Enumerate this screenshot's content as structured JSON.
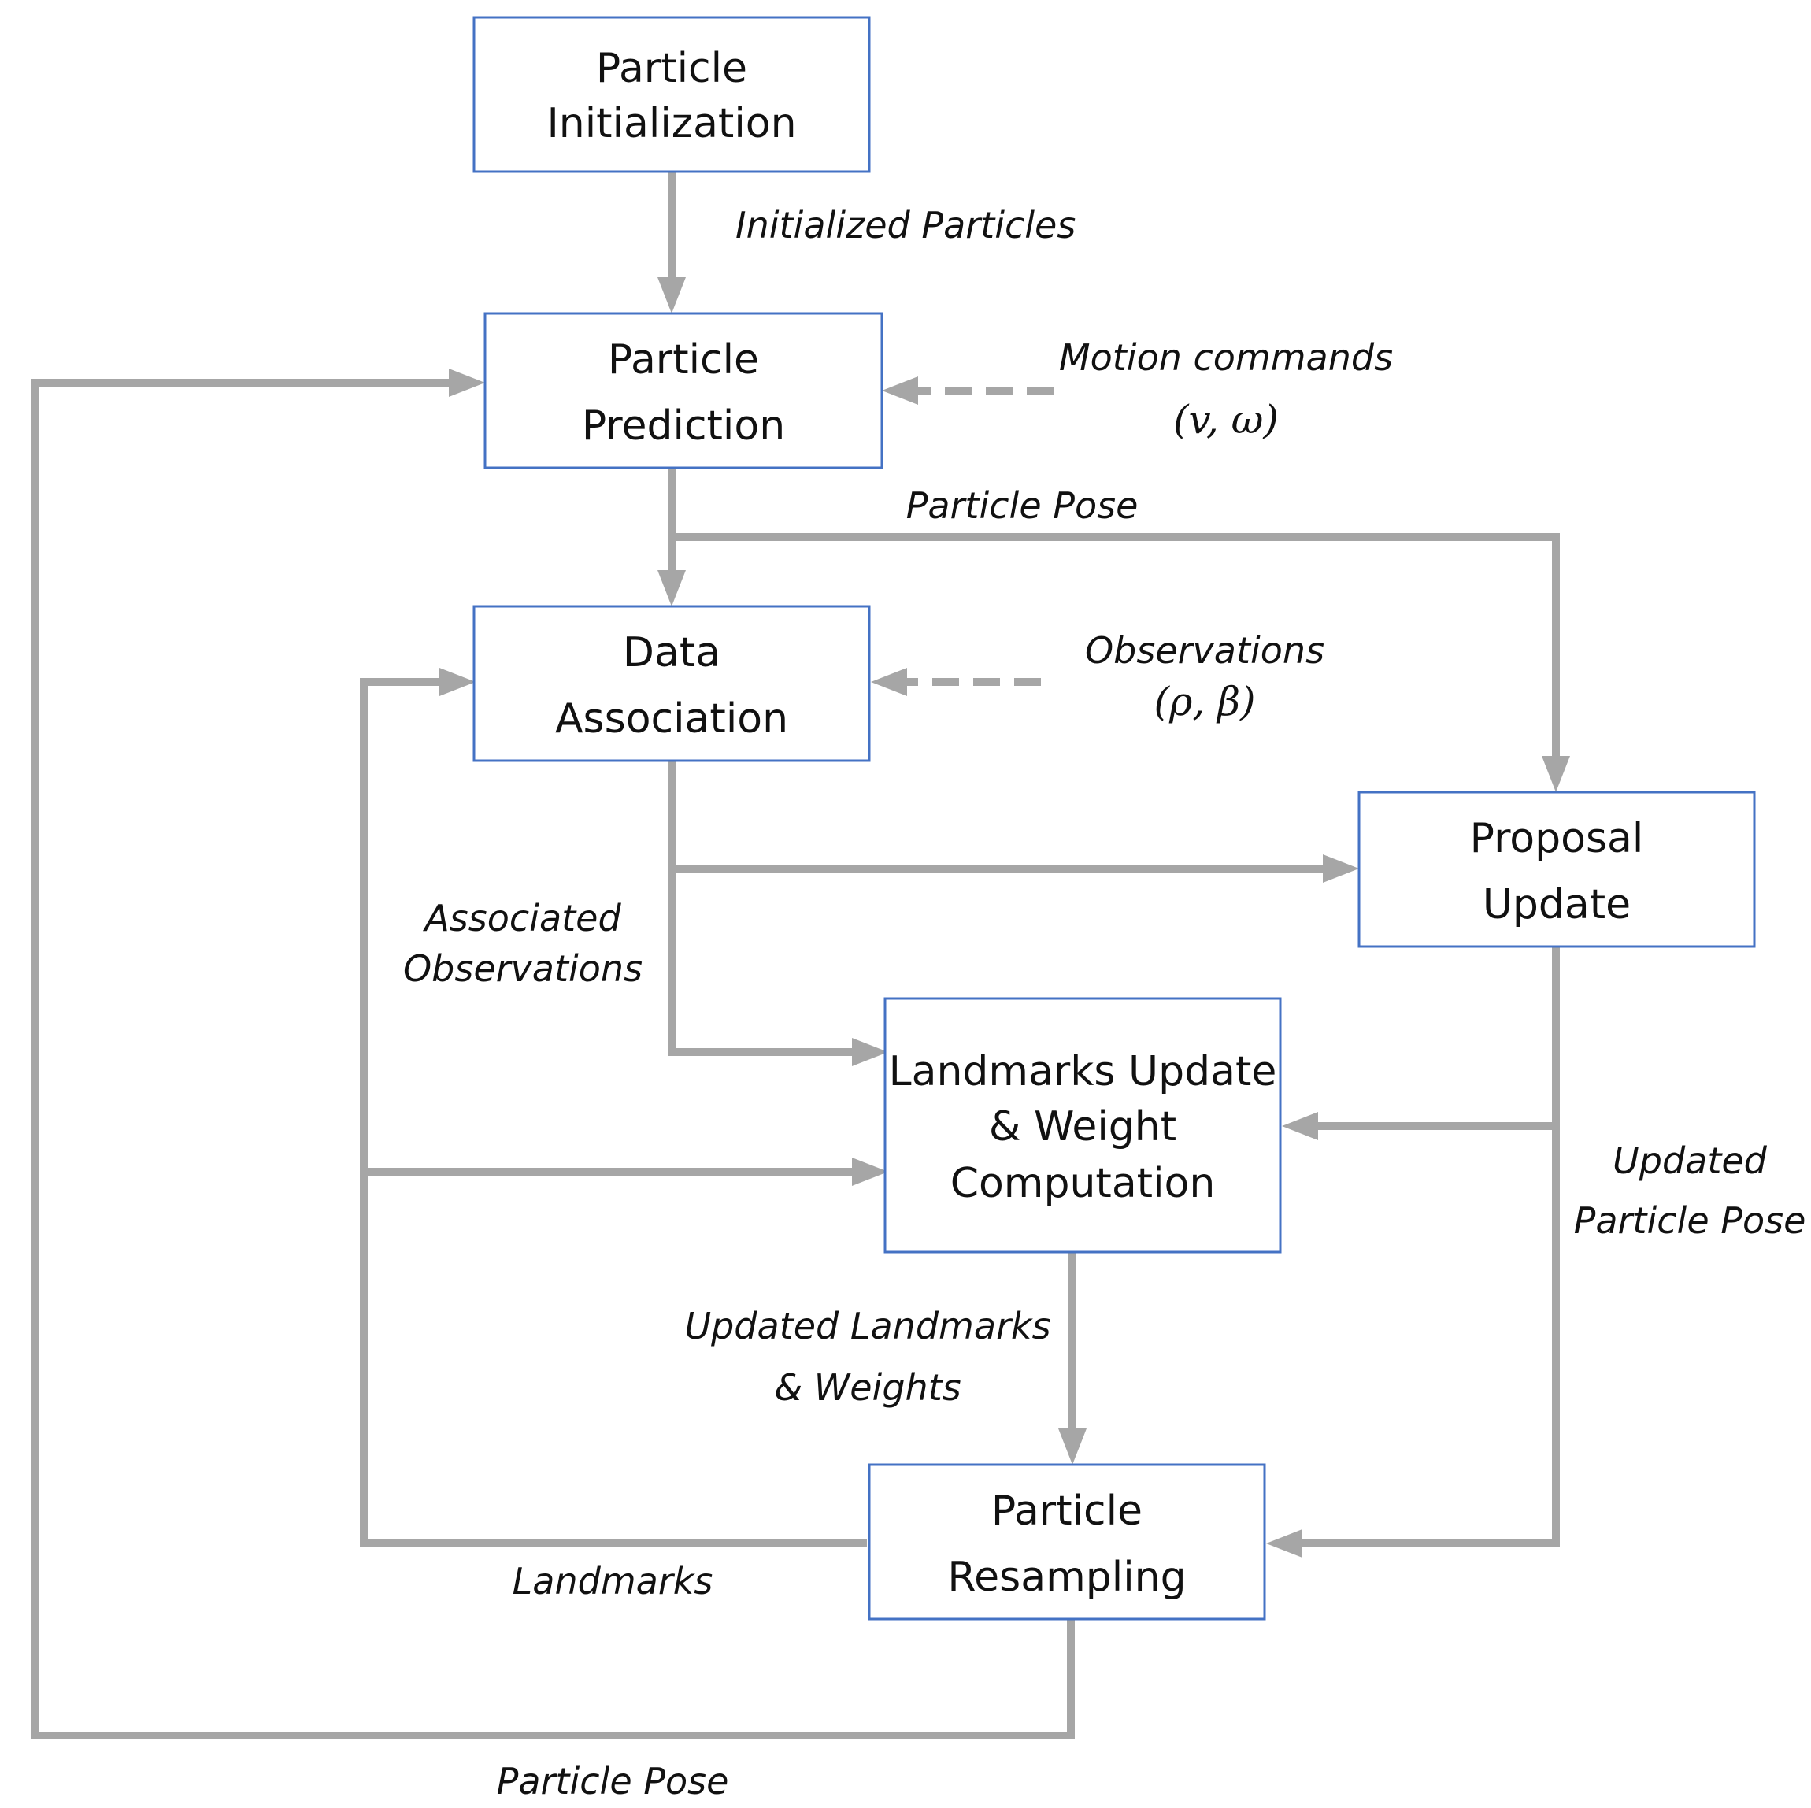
{
  "boxes": {
    "particle_initialization": [
      "Particle",
      "Initialization"
    ],
    "particle_prediction": [
      "Particle",
      "Prediction"
    ],
    "data_association": [
      "Data",
      "Association"
    ],
    "proposal_update": [
      "Proposal",
      "Update"
    ],
    "landmarks_update": [
      "Landmarks Update",
      "& Weight",
      "Computation"
    ],
    "particle_resampling": [
      "Particle",
      "Resampling"
    ]
  },
  "edge_labels": {
    "initialized_particles": "Initialized Particles",
    "motion_commands": "Motion commands",
    "motion_commands_math": "(v, ω)",
    "particle_pose_top": "Particle Pose",
    "observations": "Observations",
    "observations_math": "(ρ, β)",
    "associated_observations": [
      "Associated",
      "Observations"
    ],
    "updated_particle_pose": [
      "Updated",
      "Particle Pose"
    ],
    "updated_landmarks_weights": [
      "Updated Landmarks",
      "& Weights"
    ],
    "landmarks": "Landmarks",
    "particle_pose_bottom": "Particle Pose"
  },
  "colors": {
    "box_border": "#4472c4",
    "arrow": "#a6a6a6",
    "text": "#111111"
  }
}
